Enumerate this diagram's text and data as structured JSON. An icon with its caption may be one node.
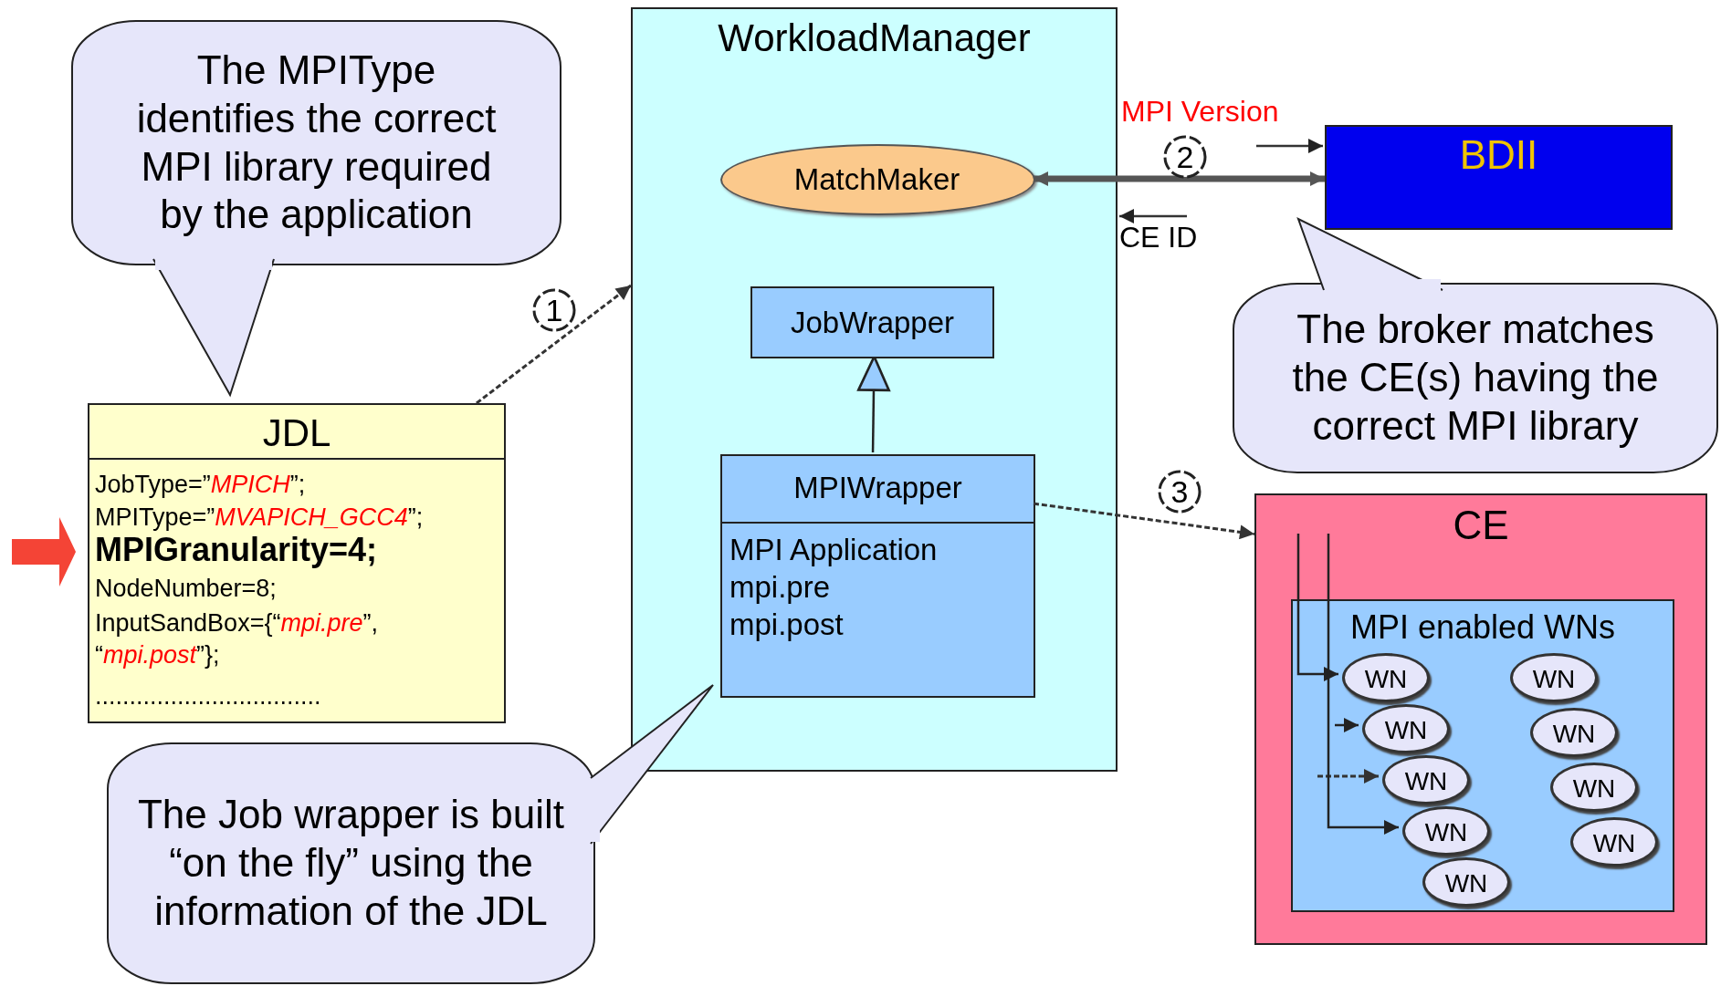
{
  "diagram": {
    "nodes": [
      {
        "text": [
          "The MPIType identifies the correct MPI library required by the application"
        ]
      },
      {
        "text": [
          "JDL",
          "JobType=”*MPICH*”;",
          "MPIType=”*MVAPICH_GCC4*”;",
          "MPIGranularity=4;",
          "NodeNumber=8;",
          "InputSandBox={“*mpi.pre*”, “*mpi.post*”};",
          "................................."
        ]
      },
      {
        "text": [
          "WorkloadManager"
        ]
      },
      {
        "text": [
          "MatchMaker"
        ],
        "in": 2
      },
      {
        "text": [
          "JobWrapper"
        ],
        "in": 2
      },
      {
        "text": [
          "MPIWrapper",
          "MPI Application",
          "mpi.pre",
          "mpi.post"
        ],
        "in": 2
      },
      {
        "text": [
          "BDII"
        ]
      },
      {
        "text": [
          "The broker matches the CE(s) having the correct MPI library"
        ]
      },
      {
        "text": [
          "CE"
        ]
      },
      {
        "text": [
          "MPI enabled WNs"
        ],
        "in": 8
      },
      {
        "text": [
          "WN"
        ],
        "in": 9
      },
      {
        "text": [
          "WN"
        ],
        "in": 9
      },
      {
        "text": [
          "WN"
        ],
        "in": 9
      },
      {
        "text": [
          "WN"
        ],
        "in": 9
      },
      {
        "text": [
          "WN"
        ],
        "in": 9
      },
      {
        "text": [
          "WN"
        ],
        "in": 9
      },
      {
        "text": [
          "WN"
        ],
        "in": 9
      },
      {
        "text": [
          "WN"
        ],
        "in": 9
      },
      {
        "text": [
          "WN"
        ],
        "in": 9
      },
      {
        "text": [
          "The Job wrapper is built “on the fly” using the information of the JDL"
        ]
      }
    ],
    "edges": [
      {
        "from": 1,
        "to": 2,
        "arrow": "to",
        "label": "1",
        "style": "dashed"
      },
      {
        "from": 3,
        "to": 6,
        "arrow": "both",
        "label": "2",
        "style": "thick"
      },
      {
        "from": 5,
        "to": 8,
        "arrow": "to",
        "label": "3",
        "style": "dashed"
      },
      {
        "from": 5,
        "to": 4,
        "arrow": "to"
      },
      {
        "from": null,
        "to": 10,
        "arrow": "to"
      },
      {
        "from": null,
        "to": 11,
        "arrow": "to"
      },
      {
        "from": null,
        "to": 12,
        "arrow": "to",
        "style": "dashed"
      },
      {
        "from": null,
        "to": 13,
        "arrow": "to"
      }
    ],
    "labels": [
      "MPI Version",
      "CE ID"
    ]
  }
}
